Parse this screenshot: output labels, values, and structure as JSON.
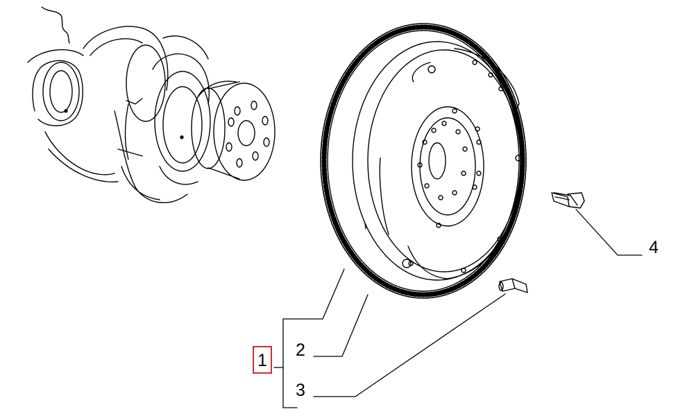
{
  "callouts": [
    {
      "id": "1",
      "label": "1",
      "highlighted": true
    },
    {
      "id": "2",
      "label": "2"
    },
    {
      "id": "3",
      "label": "3"
    },
    {
      "id": "4",
      "label": "4"
    }
  ],
  "colors": {
    "line": "#000000",
    "highlight": "#d42b2b",
    "background": "#ffffff"
  }
}
